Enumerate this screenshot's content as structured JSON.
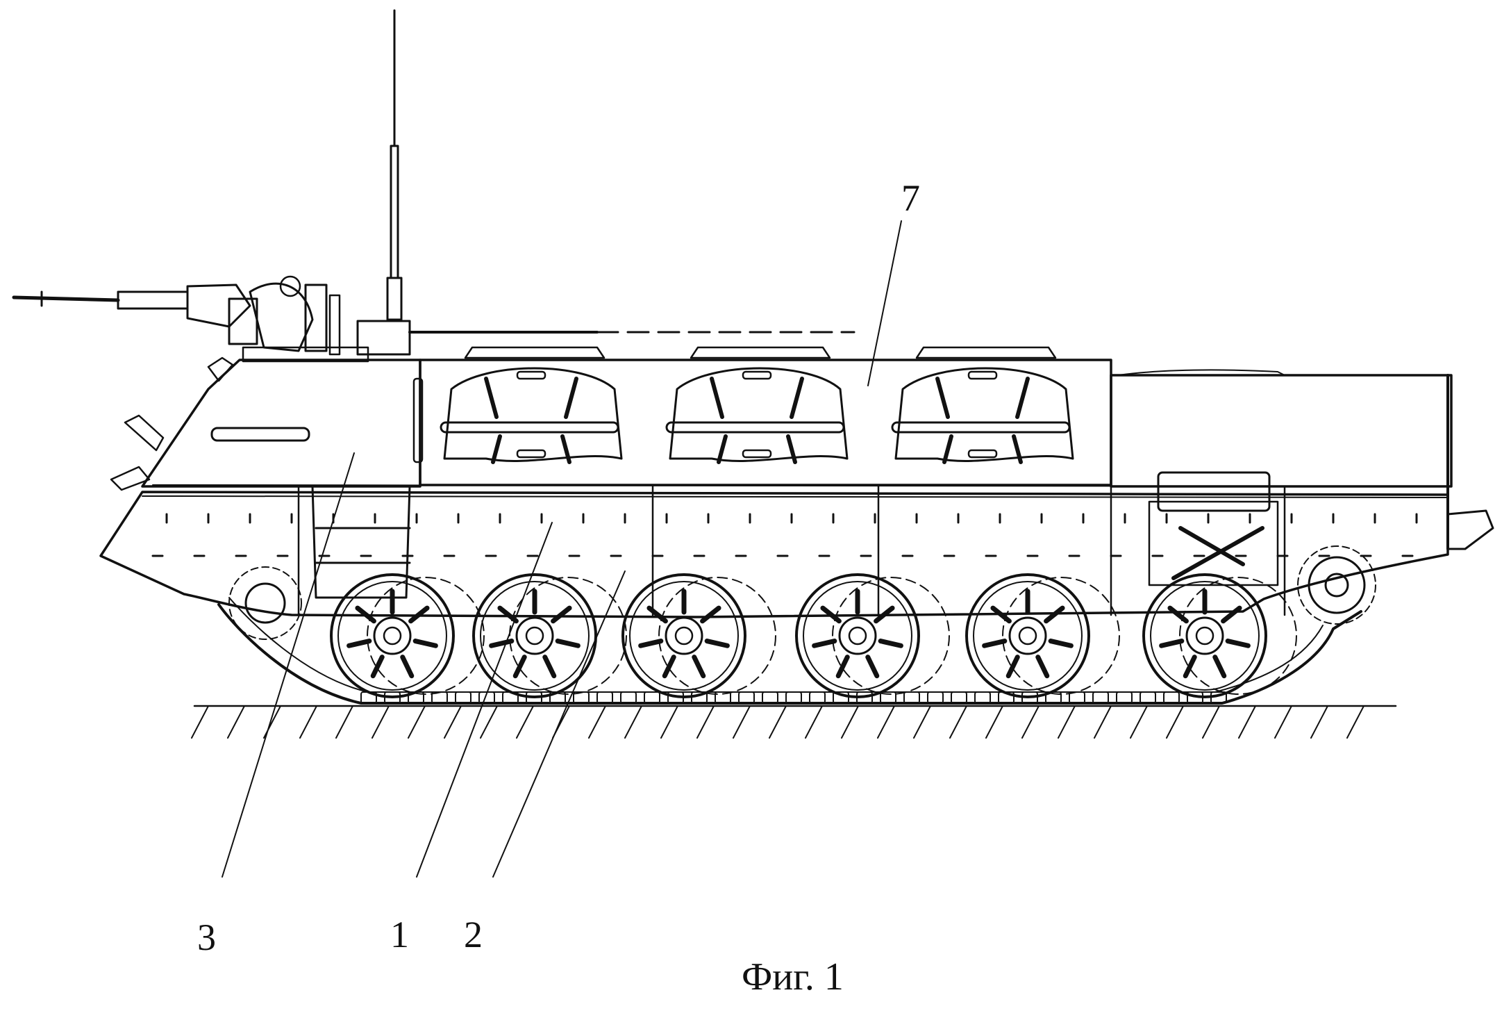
{
  "figure": {
    "caption": "Фиг. 1",
    "callouts": [
      {
        "id": "ref-7",
        "label": "7"
      },
      {
        "id": "ref-3",
        "label": "3"
      },
      {
        "id": "ref-1",
        "label": "1"
      },
      {
        "id": "ref-2",
        "label": "2"
      }
    ]
  },
  "colors": {
    "ink": "#111111",
    "paper": "#ffffff"
  }
}
